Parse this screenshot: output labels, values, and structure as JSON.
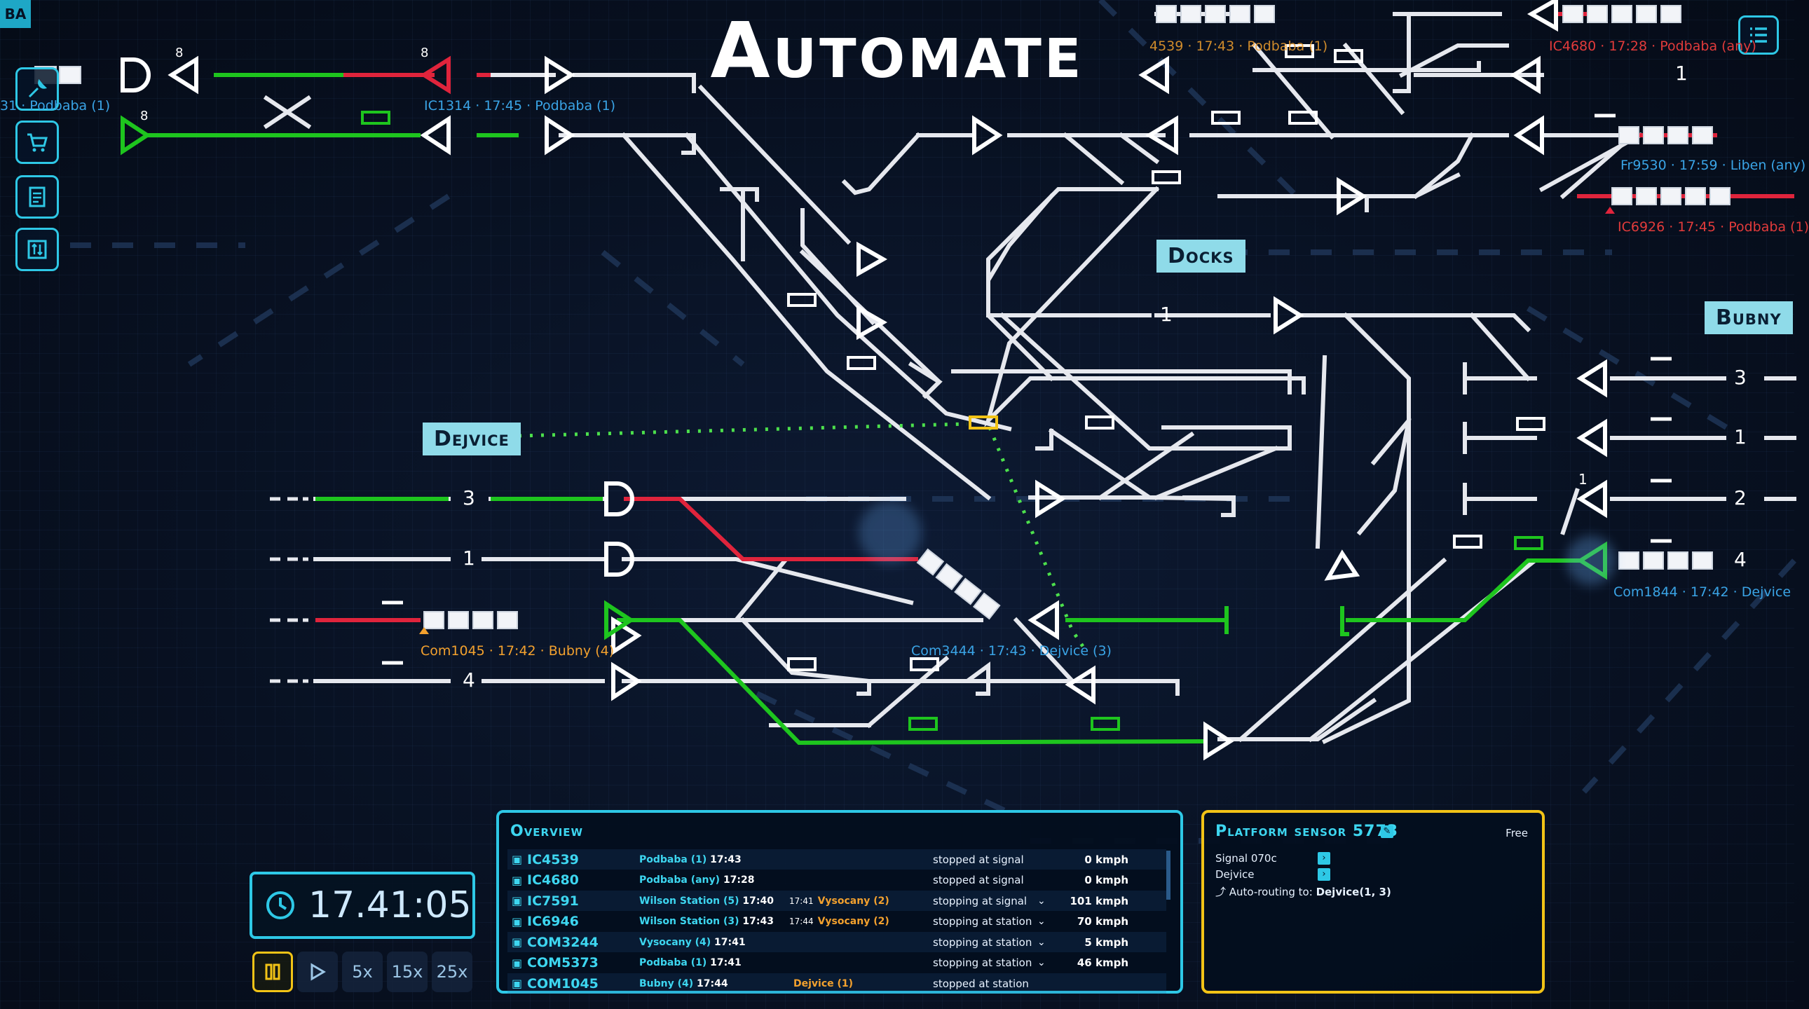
{
  "title": "Automate",
  "corner_tag": "BA",
  "toolbar": {
    "tools": [
      {
        "icon": "wrench-icon"
      },
      {
        "icon": "cart-icon"
      },
      {
        "icon": "document-icon"
      },
      {
        "icon": "sort-icon"
      }
    ],
    "menu_icon": "list-menu-icon"
  },
  "stations": {
    "dejvice": "Dejvice",
    "docks": "Docks",
    "bubny": "Bubny"
  },
  "track_numbers": {
    "dej_3": "3",
    "dej_1": "1",
    "dej_4": "4",
    "docks_1": "1",
    "bub_3": "3",
    "bub_1": "1",
    "bub_2": "2",
    "bub_4": "4",
    "top_1": "1",
    "sig_8a": "8",
    "sig_8b": "8",
    "sig_8c": "8",
    "bub_sig_1": "1"
  },
  "train_labels": {
    "ic1314": "IC1314 · 17:45 · Podbaba (1)",
    "left_podbaba": "31 · Podbaba (1)",
    "com1045": "Com1045 · 17:42 · Bubny (4)",
    "com3444": "Com3444 · 17:43 · Dejvice (3)",
    "ic4539": "4539 · 17:43 · Podbaba (1)",
    "ic4680": "IC4680 · 17:28 · Podbaba (any)",
    "fr9530": "Fr9530 · 17:59 · Liben (any)",
    "ic6926": "IC6926 · 17:45 · Podbaba (1)",
    "com1844": "Com1844 · 17:42 · Dejvice"
  },
  "clock": {
    "icon": "clock-icon",
    "time": "17.41:05",
    "speeds": [
      "5x",
      "15x",
      "25x"
    ],
    "pause_icon": "pause-icon",
    "play_icon": "play-icon"
  },
  "overview": {
    "title": "Overview",
    "rows": [
      {
        "id": "IC4539",
        "origin": "Podbaba (1)",
        "origin_time": "17:43",
        "dest_time": "",
        "dest": "",
        "status": "stopped at signal",
        "chevron": "",
        "speed": "0 kmph"
      },
      {
        "id": "IC4680",
        "origin": "Podbaba (any)",
        "origin_time": "17:28",
        "dest_time": "",
        "dest": "",
        "status": "stopped at signal",
        "chevron": "",
        "speed": "0 kmph"
      },
      {
        "id": "IC7591",
        "origin": "Wilson Station (5)",
        "origin_time": "17:40",
        "dest_time": "17:41",
        "dest": "Vysocany (2)",
        "status": "stopping at signal",
        "chevron": "⌄",
        "speed": "101 kmph"
      },
      {
        "id": "IC6946",
        "origin": "Wilson Station (3)",
        "origin_time": "17:43",
        "dest_time": "17:44",
        "dest": "Vysocany (2)",
        "status": "stopping at station",
        "chevron": "⌄",
        "speed": "70 kmph"
      },
      {
        "id": "COM3244",
        "origin": "Vysocany (4)",
        "origin_time": "17:41",
        "dest_time": "",
        "dest": "",
        "status": "stopping at station",
        "chevron": "⌄",
        "speed": "5 kmph"
      },
      {
        "id": "COM5373",
        "origin": "Podbaba (1)",
        "origin_time": "17:41",
        "dest_time": "",
        "dest": "",
        "status": "stopping at station",
        "chevron": "⌄",
        "speed": "46 kmph"
      },
      {
        "id": "COM1045",
        "origin": "Bubny (4)",
        "origin_time": "17:44",
        "dest_time": "",
        "dest": "Dejvice (1)",
        "status": "stopped at station",
        "chevron": "",
        "speed": ""
      }
    ]
  },
  "platform_sensor": {
    "title": "Platform sensor 5773",
    "edit_icon": "edit-icon",
    "state": "Free",
    "signal": "Signal 070c",
    "station": "Dejvice",
    "autorouting": "Auto-routing to:",
    "autorouting_target": "Dejvice(1, 3)",
    "link_icon": "link-icon",
    "route_icon": "route-icon"
  },
  "colors": {
    "accent": "#2ec8e6",
    "track": "#e6e8ee",
    "green": "#1ec51e",
    "red": "#e0243c",
    "label": "#8fdbe9",
    "highlight": "#f2c316"
  }
}
